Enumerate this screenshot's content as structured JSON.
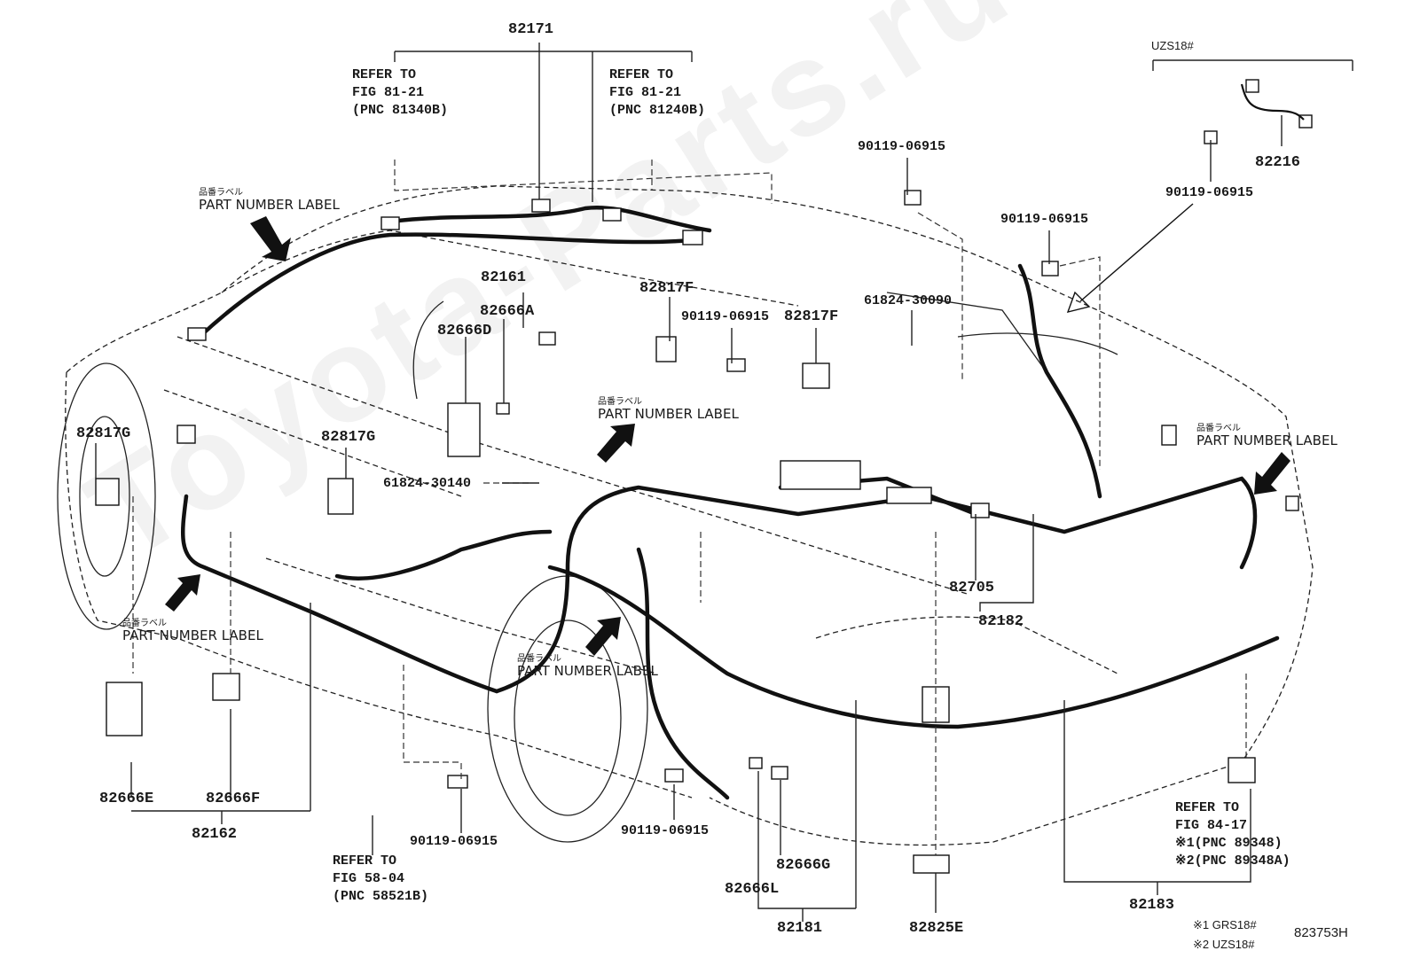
{
  "watermark": "Toyota-Parts.ru",
  "diagram_code": "823753H",
  "variant_header": "UZS18#",
  "footnotes": [
    "※1 GRS18#",
    "※2 UZS18#"
  ],
  "part_number_label": {
    "jp": "品番ラベル",
    "en": "PART NUMBER LABEL"
  },
  "refs": {
    "fig_81_21_a": "REFER TO\nFIG 81-21\n(PNC 81340B)",
    "fig_81_21_b": "REFER TO\nFIG 81-21\n(PNC 81240B)",
    "fig_58_04": "REFER TO\nFIG 58-04\n(PNC 58521B)",
    "fig_84_17": "REFER TO\nFIG 84-17\n※1(PNC 89348)\n※2(PNC 89348A)"
  },
  "parts": {
    "p82171": "82171",
    "p82161": "82161",
    "p82666A": "82666A",
    "p82666D": "82666D",
    "p82817F_1": "82817F",
    "p82817F_2": "82817F",
    "p82817G_1": "82817G",
    "p82817G_2": "82817G",
    "p61824_30090": "61824-30090",
    "p61824_30140": "61824-30140",
    "p90119_a": "90119-06915",
    "p90119_b": "90119-06915",
    "p90119_c": "90119-06915",
    "p90119_d": "90119-06915",
    "p90119_e": "90119-06915",
    "p90119_f": "90119-06915",
    "p82216": "82216",
    "p82705": "82705",
    "p82182": "82182",
    "p82666E": "82666E",
    "p82666F": "82666F",
    "p82162": "82162",
    "p82666G": "82666G",
    "p82666L": "82666L",
    "p82181": "82181",
    "p82825E": "82825E",
    "p82183": "82183"
  }
}
